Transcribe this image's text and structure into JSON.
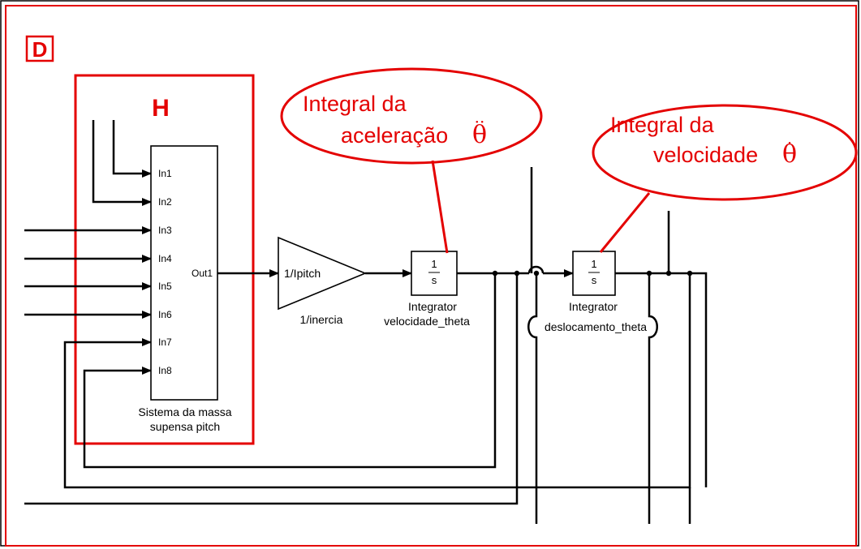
{
  "frame_label": "D",
  "subsystem": {
    "highlight_label": "H",
    "inputs": [
      "In1",
      "In2",
      "In3",
      "In4",
      "In5",
      "In6",
      "In7",
      "In8"
    ],
    "output": "Out1",
    "caption_line1": "Sistema da massa",
    "caption_line2": "supensa pitch"
  },
  "gain": {
    "label": "1/Ipitch",
    "caption": "1/inercia"
  },
  "integrator1": {
    "numerator": "1",
    "denominator": "s",
    "caption_line1": "Integrator",
    "caption_line2": "velocidade_theta"
  },
  "integrator2": {
    "numerator": "1",
    "denominator": "s",
    "caption_line1": "Integrator",
    "caption_line2": "deslocamento_theta"
  },
  "callout1": {
    "line1": "Integral da",
    "line2": "aceleração",
    "symbol": "θ",
    "dots": "··"
  },
  "callout2": {
    "line1": "Integral da",
    "line2": "velocidade",
    "symbol": "θ",
    "dots": "·"
  },
  "colors": {
    "accent": "#e40000",
    "line": "#000000",
    "background": "#ffffff"
  }
}
